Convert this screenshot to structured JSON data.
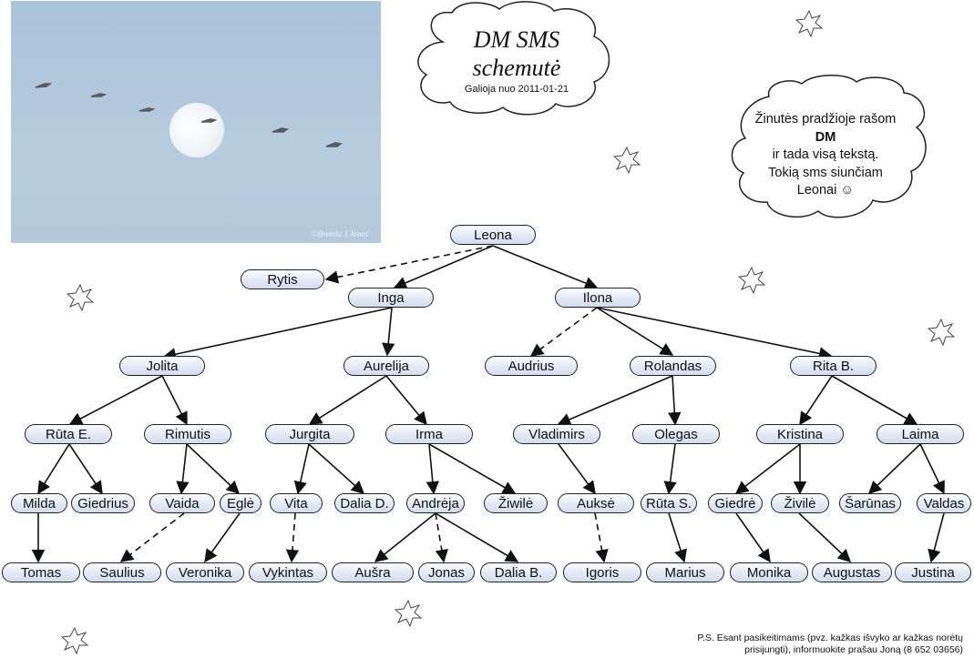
{
  "title": {
    "line1": "DM SMS",
    "line2": "schemutė",
    "subtitle": "Galioja nuo 2011-01-21"
  },
  "note": {
    "line1": "Žinutės pradžioje rašom",
    "line2": "DM",
    "line3": "ir tada visą tekstą.",
    "line4": "Tokią sms siunčiam",
    "line5": "Leonai ☺"
  },
  "photo": {
    "signature": "©Brenda J Jones"
  },
  "footer": {
    "line1": "P.S. Esant pasikeitimams (pvz. kažkas išvyko ar kažkas norėtų",
    "line2": "prisijungti), informuokite prašau Joną (8 652 03656)"
  },
  "people": {
    "leona": "Leona",
    "rytis": "Rytis",
    "inga": "Inga",
    "ilona": "Ilona",
    "jolita": "Jolita",
    "aurelija": "Aurelija",
    "audrius": "Audrius",
    "rolandas": "Rolandas",
    "rita_b": "Rita B.",
    "ruta_e": "Rūta E.",
    "rimutis": "Rimutis",
    "jurgita": "Jurgita",
    "irma": "Irma",
    "vladimirs": "Vladimirs",
    "olegas": "Olegas",
    "kristina": "Kristina",
    "laima": "Laima",
    "milda": "Milda",
    "giedrius": "Giedrius",
    "vaida": "Vaida",
    "egle": "Eglė",
    "vita": "Vita",
    "dalia_d": "Dalia D.",
    "andreja": "Andrėja",
    "ziwile": "Žiwilė",
    "aukse": "Auksė",
    "ruta_s": "Rūta S.",
    "giedre": "Giedrė",
    "zivile": "Živilė",
    "sarunas": "Šarūnas",
    "valdas": "Valdas",
    "tomas": "Tomas",
    "saulius": "Saulius",
    "veronika": "Veronika",
    "vykintas": "Vykintas",
    "ausra": "Aušra",
    "jonas": "Jonas",
    "dalia_b": "Dalia B.",
    "igoris": "Igoris",
    "marius": "Marius",
    "monika": "Monika",
    "augustas": "Augustas",
    "justina": "Justina"
  }
}
